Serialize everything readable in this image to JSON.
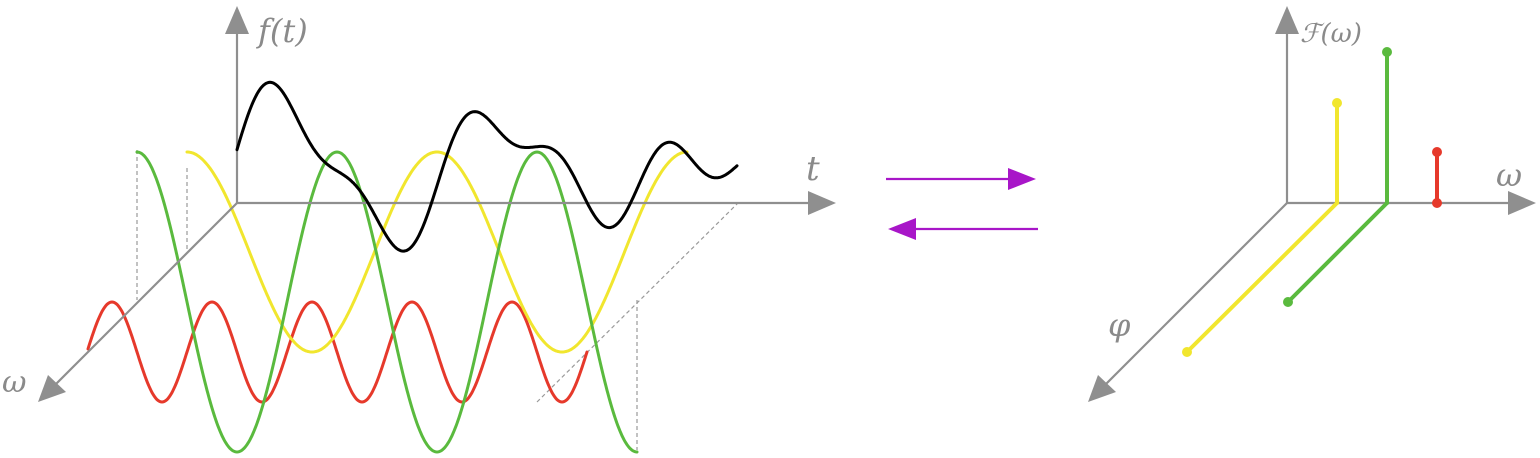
{
  "colors": {
    "axis": "#8f8f8f",
    "guide": "#9a9a9a",
    "signal": "#000000",
    "green": "#5aba3e",
    "yellow": "#f1e62e",
    "red": "#e6392b",
    "transform_arrow": "#a816c8"
  },
  "time_domain": {
    "y_label": "f(t)",
    "x_label": "t",
    "depth_label": "ω"
  },
  "frequency_domain": {
    "y_label": "ℱ(ω)",
    "x_label": "ω",
    "depth_label": "φ"
  },
  "transform_arrows": [
    "forward-arrow",
    "inverse-arrow"
  ]
}
